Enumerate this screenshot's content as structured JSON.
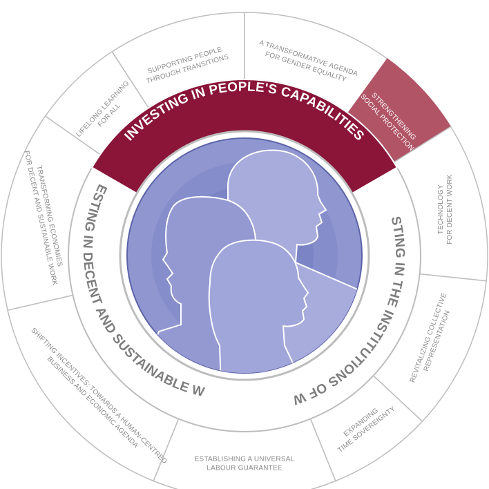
{
  "colors": {
    "accent_dark": "#8a1538",
    "accent_light": "#b05466",
    "outline": "#bdbdbd",
    "center_fill": "#8f96d0",
    "label_grey": "#8a8a8a"
  },
  "pillars": {
    "people": "INVESTING IN PEOPLE'S CAPABILITIES",
    "institutions": "INVESTING IN THE INSTITUTIONS OF WORK",
    "sustainable": "INVESTING IN DECENT AND SUSTAINABLE WORK"
  },
  "segments": [
    {
      "id": "gender",
      "lines": [
        "A TRANSFORMATIVE AGENDA",
        "FOR GENDER EQUALITY"
      ],
      "highlight": false
    },
    {
      "id": "social",
      "lines": [
        "STRENGTHENING",
        "SOCIAL PROTECTION"
      ],
      "highlight": true
    },
    {
      "id": "technology",
      "lines": [
        "TECHNOLOGY",
        "FOR DECENT WORK"
      ],
      "highlight": false
    },
    {
      "id": "collective",
      "lines": [
        "REVITALIZING COLLECTIVE",
        "REPRESENTATION"
      ],
      "highlight": false
    },
    {
      "id": "time",
      "lines": [
        "EXPANDING",
        "TIME SOVEREIGNTY"
      ],
      "highlight": false
    },
    {
      "id": "labour",
      "lines": [
        "ESTABLISHING A UNIVERSAL",
        "LABOUR GUARANTEE"
      ],
      "highlight": false
    },
    {
      "id": "incentives",
      "lines": [
        "SHIFTING INCENTIVES: TOWARDS A HUMAN-CENTRED",
        "BUSINESS AND ECONOMIC AGENDA"
      ],
      "highlight": false
    },
    {
      "id": "economies",
      "lines": [
        "TRANSFORMING ECONOMIES",
        "FOR DECENT AND SUSTAINABLE WORK"
      ],
      "highlight": false
    },
    {
      "id": "lifelong",
      "lines": [
        "LIFELONG LEARNING",
        "FOR ALL"
      ],
      "highlight": false
    },
    {
      "id": "transitions",
      "lines": [
        "SUPPORTING PEOPLE",
        "THROUGH TRANSITIONS"
      ],
      "highlight": false
    }
  ]
}
